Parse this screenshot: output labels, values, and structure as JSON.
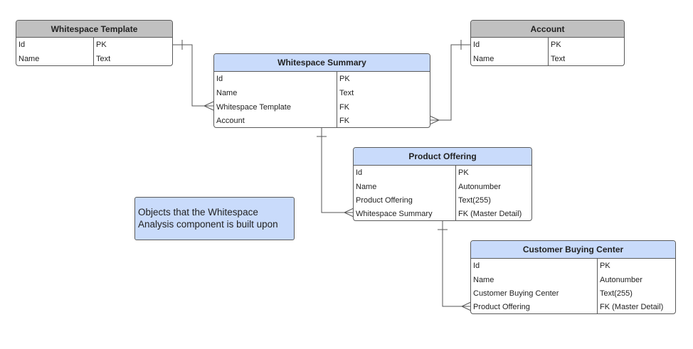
{
  "entities": {
    "whitespace_template": {
      "title": "Whitespace Template",
      "rows": [
        {
          "name": "Id",
          "type": "PK"
        },
        {
          "name": "Name",
          "type": "Text"
        }
      ]
    },
    "account": {
      "title": "Account",
      "rows": [
        {
          "name": "Id",
          "type": "PK"
        },
        {
          "name": "Name",
          "type": "Text"
        }
      ]
    },
    "whitespace_summary": {
      "title": "Whitespace Summary",
      "rows": [
        {
          "name": "Id",
          "type": "PK"
        },
        {
          "name": "Name",
          "type": "Text"
        },
        {
          "name": "Whitespace Template",
          "type": "FK"
        },
        {
          "name": "Account",
          "type": "FK"
        }
      ]
    },
    "product_offering": {
      "title": "Product Offering",
      "rows": [
        {
          "name": "Id",
          "type": "PK"
        },
        {
          "name": "Name",
          "type": "Autonumber"
        },
        {
          "name": "Product Offering",
          "type": "Text(255)"
        },
        {
          "name": "Whitespace Summary",
          "type": "FK (Master Detail)"
        }
      ]
    },
    "customer_buying_center": {
      "title": "Customer Buying Center",
      "rows": [
        {
          "name": "Id",
          "type": "PK"
        },
        {
          "name": "Name",
          "type": "Autonumber"
        },
        {
          "name": "Customer Buying Center",
          "type": "Text(255)"
        },
        {
          "name": "Product Offering",
          "type": "FK (Master Detail)"
        }
      ]
    }
  },
  "note": {
    "line1": "Objects that the Whitespace",
    "line2": "Analysis component is built upon"
  },
  "colors": {
    "header_gray": "#c0c0c0",
    "header_blue": "#c9dbfb",
    "border": "#5a5a5a",
    "connector": "#555555"
  }
}
